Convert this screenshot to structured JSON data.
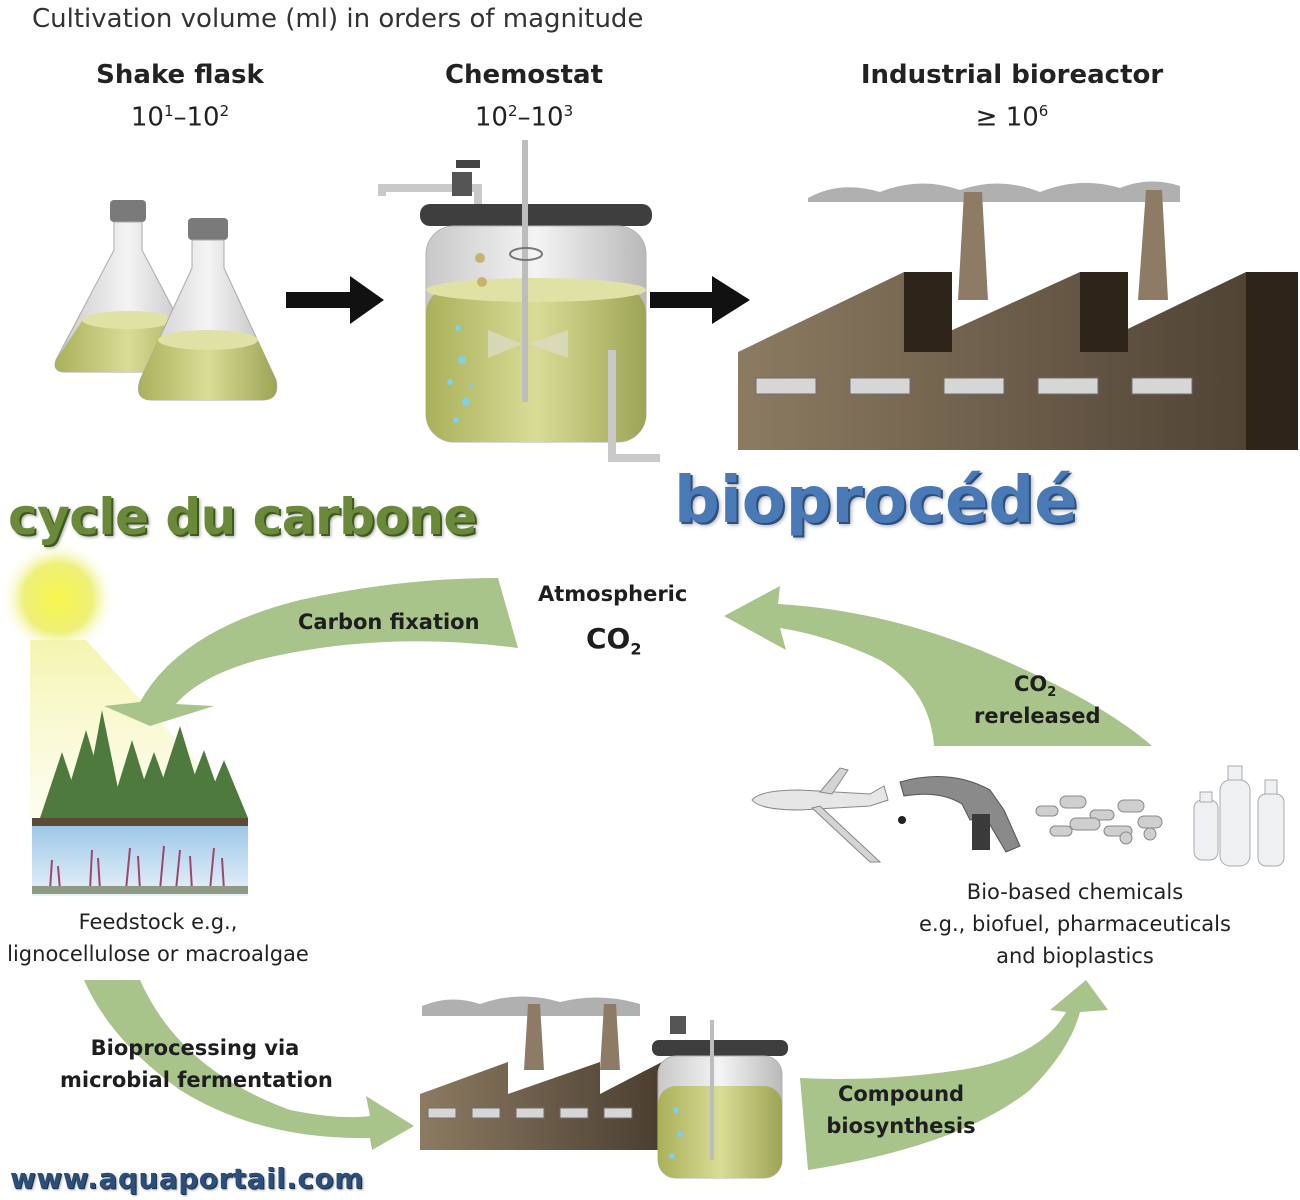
{
  "header": {
    "cultivation_title": "Cultivation volume (ml) in orders of magnitude"
  },
  "stages": [
    {
      "name": "Shake flask",
      "range_base1": "10",
      "range_exp1": "1",
      "range_sep": "–",
      "range_base2": "10",
      "range_exp2": "2"
    },
    {
      "name": "Chemostat",
      "range_base1": "10",
      "range_exp1": "2",
      "range_sep": "–",
      "range_base2": "10",
      "range_exp2": "3"
    },
    {
      "name": "Industrial bioreactor",
      "range_prefix": "≥",
      "range_base": "10",
      "range_exp": "6"
    }
  ],
  "titles": {
    "bioprocess": "bioprocédé",
    "carbon_cycle": "cycle du carbone"
  },
  "cycle": {
    "atmospheric_label": "Atmospheric",
    "co2_main": "CO",
    "co2_sub": "2",
    "carbon_fixation": "Carbon fixation",
    "co2_rereleased_top": "CO",
    "co2_rereleased_sub": "2",
    "co2_rereleased_bottom": "rereleased",
    "feedstock_line1": "Feedstock e.g.,",
    "feedstock_line2": "lignocellulose or macroalgae",
    "bioprocessing_line1": "Bioprocessing via",
    "bioprocessing_line2": "microbial fermentation",
    "compound_line1": "Compound",
    "compound_line2": "biosynthesis",
    "biobased_line1": "Bio-based chemicals",
    "biobased_line2": "e.g., biofuel, pharmaceuticals",
    "biobased_line3": "and bioplastics"
  },
  "footer": {
    "url": "www.aquaportail.com"
  },
  "colors": {
    "arrow_green": "#a9c48a",
    "factory_brown": "#7a6a55",
    "liquid": "#c8cf7a",
    "title_blue": "#4a7ab6",
    "title_green": "#6a8a3a"
  }
}
